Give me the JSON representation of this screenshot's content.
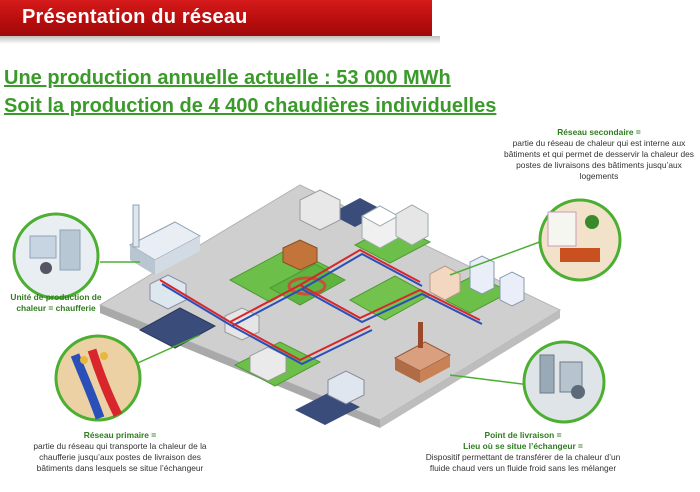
{
  "header": {
    "title": "Présentation du réseau"
  },
  "headlines": {
    "line1": "Une production annuelle actuelle : 53 000 MWh",
    "line2": "Soit la production de 4 400 chaudières individuelles"
  },
  "callouts": {
    "secondaire": {
      "title": "Réseau secondaire =",
      "text": "partie du réseau de chaleur qui est interne aux bâtiments et qui permet de desservir la chaleur des postes de livraisons des bâtiments jusqu’aux logements"
    },
    "production": {
      "title": "Unité de production de chaleur = chaufferie"
    },
    "primaire": {
      "title": "Réseau primaire =",
      "text": "partie du réseau qui transporte la chaleur de la chaufferie jusqu’aux postes de livraison des bâtiments dans lesquels se situe l’échangeur"
    },
    "livraison": {
      "title": "Point de livraison =",
      "subtitle": "Lieu où se situe l’échangeur =",
      "text": "Dispositif permettant de transférer de la chaleur d’un fluide chaud vers un fluide froid sans les mélanger"
    }
  },
  "colors": {
    "header_red": "#c0110f",
    "headline_green": "#3a9a2a",
    "pipe_red": "#d8262c",
    "pipe_blue": "#2a4fb8",
    "ground_grey": "#c9c9c9",
    "grass_green": "#6cc04a"
  }
}
